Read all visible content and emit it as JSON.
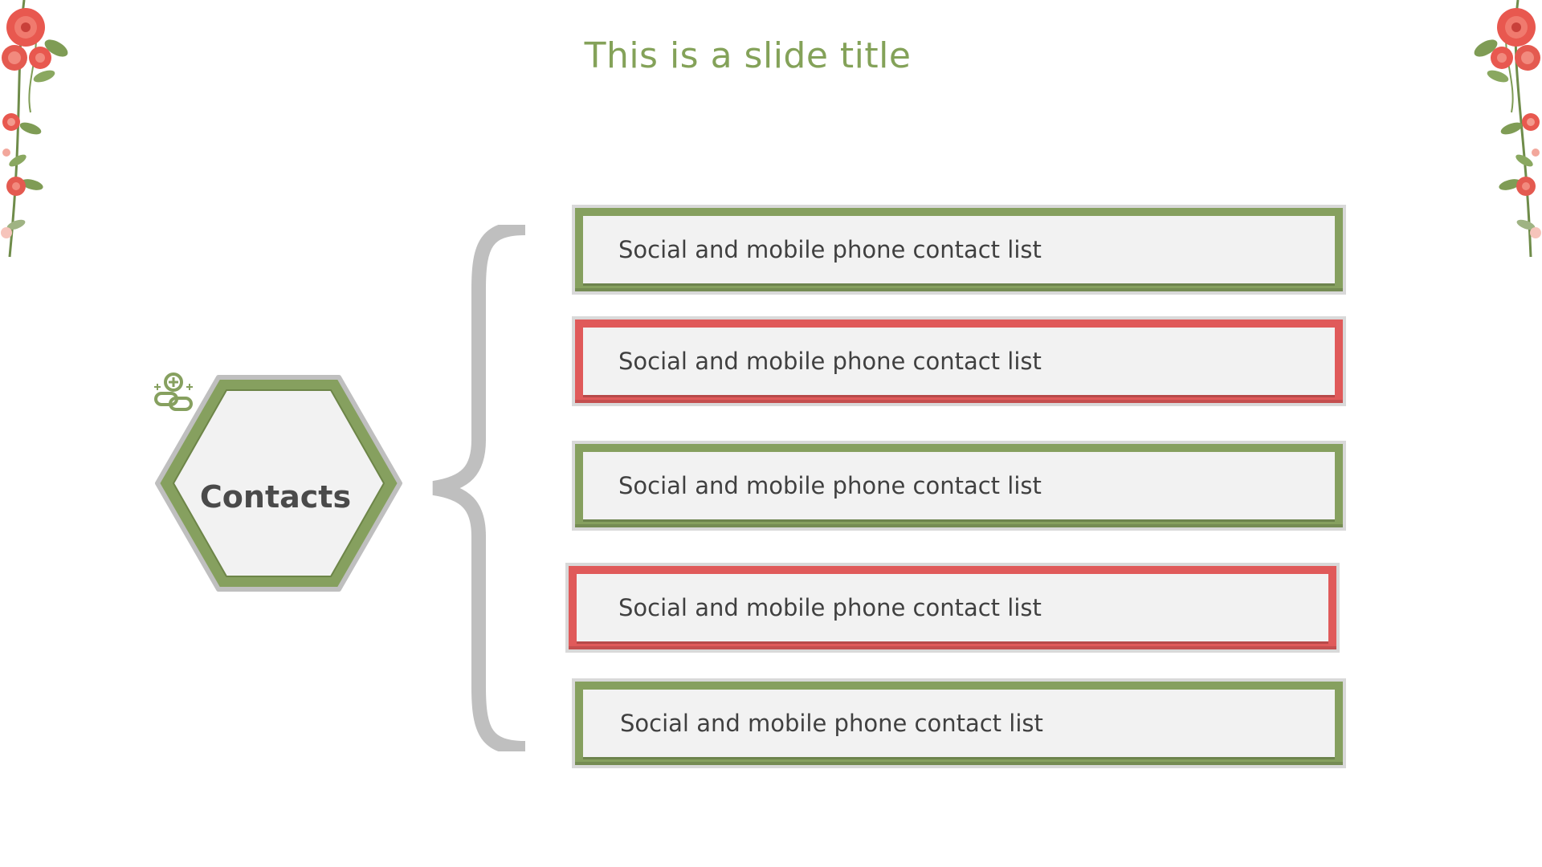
{
  "slide": {
    "title": "This is a slide title"
  },
  "center": {
    "label": "Contacts",
    "icon": "contacts-link-icon",
    "border_color": "#86a05f"
  },
  "items": [
    {
      "text": "Social and mobile phone contact list",
      "color": "#86a05f"
    },
    {
      "text": "Social and mobile phone contact list",
      "color": "#e05a5a"
    },
    {
      "text": "Social and mobile phone contact list",
      "color": "#86a05f"
    },
    {
      "text": "Social and mobile phone contact list",
      "color": "#e05a5a"
    },
    {
      "text": "Social and mobile phone contact list",
      "color": "#86a05f"
    }
  ],
  "colors": {
    "green": "#86a05f",
    "red": "#e05a5a",
    "brace": "#bfbfbf",
    "title": "#84a259"
  }
}
